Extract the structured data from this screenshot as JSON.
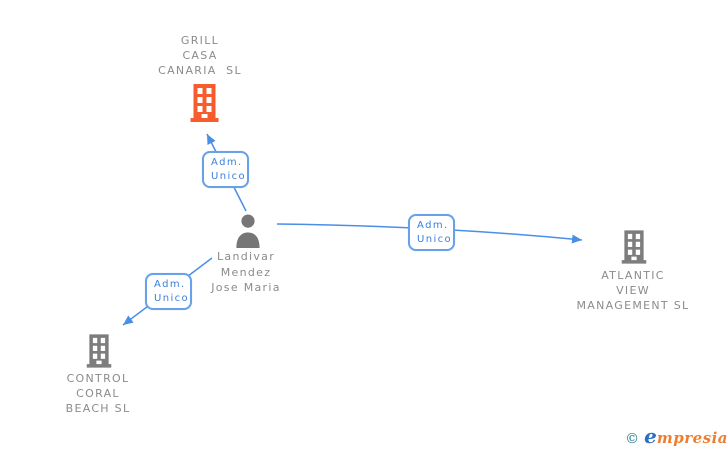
{
  "diagram": {
    "type": "corporate-structure",
    "nodes": [
      {
        "id": "grill",
        "kind": "company",
        "lines": [
          "GRILL",
          "CASA",
          "CANARIA  SL"
        ],
        "icon": "building-icon",
        "icon_color": "#f65c2c"
      },
      {
        "id": "person",
        "kind": "person",
        "lines": [
          "Landivar",
          "Mendez",
          "Jose Maria"
        ],
        "icon": "person-icon",
        "icon_color": "#767676"
      },
      {
        "id": "atlantic",
        "kind": "company",
        "lines": [
          "ATLANTIC",
          "VIEW",
          "MANAGEMENT SL"
        ],
        "icon": "building-icon",
        "icon_color": "#7d7d7d"
      },
      {
        "id": "control",
        "kind": "company",
        "lines": [
          "CONTROL",
          "CORAL",
          "BEACH SL"
        ],
        "icon": "building-icon",
        "icon_color": "#7d7d7d"
      }
    ],
    "edges": [
      {
        "from": "person",
        "to": "grill",
        "label_lines": [
          "Adm.",
          "Unico"
        ]
      },
      {
        "from": "person",
        "to": "atlantic",
        "label_lines": [
          "Adm.",
          "Unico"
        ]
      },
      {
        "from": "person",
        "to": "control",
        "label_lines": [
          "Adm.",
          "Unico"
        ]
      }
    ]
  },
  "colors": {
    "edge_blue": "#4a8ee8",
    "box_border": "#66a1e9",
    "box_text": "#3a80dd",
    "label_gray": "#8b8b8b",
    "building_orange": "#f65c2c",
    "building_gray": "#7d7d7d",
    "person_gray": "#767676",
    "logo_teal": "#1f7a8c",
    "logo_blue": "#2b6fc3",
    "logo_orange": "#ef7d2f"
  },
  "logo": {
    "copyright": "©",
    "part1": "e",
    "part2": "mpresia"
  }
}
